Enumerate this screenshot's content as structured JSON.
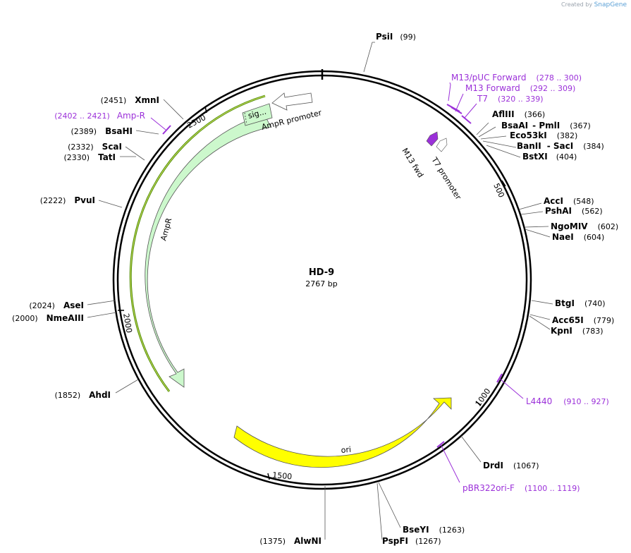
{
  "credit": {
    "created_by": "Created by",
    "brand": "SnapGene"
  },
  "plasmid": {
    "name": "HD-9",
    "length_text": "2767 bp",
    "length": 2767
  },
  "colors": {
    "backbone": "#000000",
    "primer": "#9b30d9",
    "ampR": "#ccf8cc",
    "ori": "#ffff00",
    "amp_primer_line": "#4a8a00"
  },
  "ticks": [
    {
      "bp": 500,
      "label": "500"
    },
    {
      "bp": 1000,
      "label": "1000"
    },
    {
      "bp": 1500,
      "label": "1500"
    },
    {
      "bp": 2000,
      "label": "2000"
    },
    {
      "bp": 2500,
      "label": "2500"
    }
  ],
  "enzymes": [
    {
      "name": "PsiI",
      "pos": "(99)"
    },
    {
      "name": "AflIII",
      "pos": "(366)"
    },
    {
      "name": "BsaAI",
      "pos": "(367)",
      "pair": "PmlI"
    },
    {
      "name": "Eco53kI",
      "pos": "(382)"
    },
    {
      "name": "BanII",
      "pos": "(384)",
      "pair": "SacI"
    },
    {
      "name": "BstXI",
      "pos": "(404)"
    },
    {
      "name": "AccI",
      "pos": "(548)"
    },
    {
      "name": "PshAI",
      "pos": "(562)"
    },
    {
      "name": "NgoMIV",
      "pos": "(602)"
    },
    {
      "name": "NaeI",
      "pos": "(604)"
    },
    {
      "name": "BtgI",
      "pos": "(740)"
    },
    {
      "name": "Acc65I",
      "pos": "(779)"
    },
    {
      "name": "KpnI",
      "pos": "(783)"
    },
    {
      "name": "DrdI",
      "pos": "(1067)"
    },
    {
      "name": "BseYI",
      "pos": "(1263)"
    },
    {
      "name": "PspFI",
      "pos": "(1267)"
    },
    {
      "name": "AlwNI",
      "pos": "(1375)"
    },
    {
      "name": "AhdI",
      "pos": "(1852)"
    },
    {
      "name": "NmeAIII",
      "pos": "(2000)"
    },
    {
      "name": "AseI",
      "pos": "(2024)"
    },
    {
      "name": "PvuI",
      "pos": "(2222)"
    },
    {
      "name": "TatI",
      "pos": "(2330)"
    },
    {
      "name": "ScaI",
      "pos": "(2332)"
    },
    {
      "name": "BsaHI",
      "pos": "(2389)"
    },
    {
      "name": "XmnI",
      "pos": "(2451)"
    }
  ],
  "primers": [
    {
      "name": "M13/pUC Forward",
      "range": "(278 .. 300)"
    },
    {
      "name": "M13 Forward",
      "range": "(292 .. 309)"
    },
    {
      "name": "T7",
      "range": "(320 .. 339)"
    },
    {
      "name": "L4440",
      "range": "(910 .. 927)"
    },
    {
      "name": "pBR322ori-F",
      "range": "(1100 .. 1119)"
    },
    {
      "name": "Amp-R",
      "range": "(2402 .. 2421)"
    }
  ],
  "features": [
    {
      "name": "AmpR",
      "label": "AmpR"
    },
    {
      "name": "AmpR promoter",
      "label": "AmpR promoter"
    },
    {
      "name": "signal peptide",
      "label": "sig..."
    },
    {
      "name": "ori",
      "label": "ori"
    },
    {
      "name": "T7 promoter",
      "label": "T7 promoter"
    },
    {
      "name": "M13 fwd",
      "label": "M13 fwd"
    }
  ]
}
